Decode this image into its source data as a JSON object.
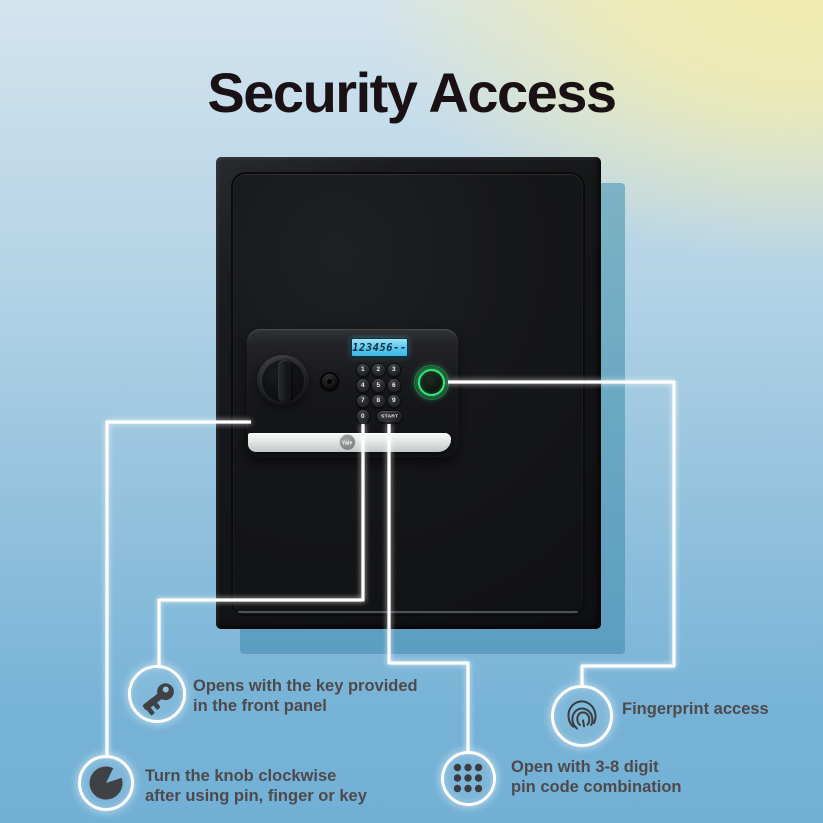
{
  "title": "Security Access",
  "brand": "Yale",
  "safe": {
    "display_value": "123456--",
    "keypad": {
      "keys": [
        "1",
        "2",
        "3",
        "4",
        "5",
        "6",
        "7",
        "8",
        "9",
        "0"
      ],
      "start_label": "START"
    }
  },
  "colors": {
    "accent_green": "#33e678",
    "lcd_blue": "#56c6ee",
    "line_white": "#ffffff",
    "caption_text": "#4e4a4b",
    "bg_top_left": "#d3e4ee",
    "bg_top_right": "#f1ecac",
    "bg_bottom": "#72b0d5",
    "shadow_teal": "#5c9dc1"
  },
  "callouts": {
    "key": {
      "icon": "key-icon",
      "line1": "Opens with the key provided",
      "line2": "in the front panel"
    },
    "knob": {
      "icon": "knob-icon",
      "line1": "Turn the knob clockwise",
      "line2": "after using pin, finger or key"
    },
    "fingerprint": {
      "icon": "fingerprint-icon",
      "line1": "Fingerprint access",
      "line2": ""
    },
    "pin": {
      "icon": "pin-pad-icon",
      "line1": "Open with 3-8 digit",
      "line2": "pin code combination"
    }
  }
}
